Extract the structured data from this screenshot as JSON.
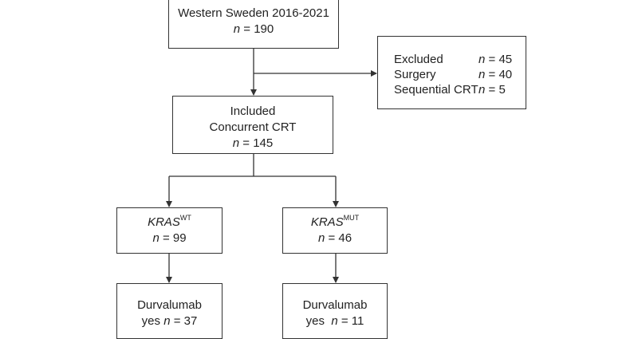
{
  "source": {
    "title": "Western Sweden 2016-2021",
    "n_symbol": "n",
    "n_text": " = 190"
  },
  "excluded": {
    "rows": [
      {
        "label": "Excluded",
        "n_symbol": "n",
        "n_text": " = 45"
      },
      {
        "label": "Surgery",
        "n_symbol": "n",
        "n_text": " = 40"
      },
      {
        "label": "Sequential CRT",
        "n_symbol": "n",
        "n_text": " = 5"
      }
    ]
  },
  "included": {
    "line1": "Included",
    "line2": "Concurrent CRT",
    "n_symbol": "n",
    "n_text": " = 145"
  },
  "kras_wt": {
    "gene": "KRAS",
    "superscript": "WT",
    "n_symbol": "n",
    "n_text": " = 99"
  },
  "kras_mut": {
    "gene": "KRAS",
    "superscript": "MUT",
    "n_symbol": "n",
    "n_text": " = 46"
  },
  "durvalumab_wt": {
    "label": "Durvalumab",
    "yes_prefix": "yes ",
    "n_symbol": "n",
    "n_text": " = 37"
  },
  "durvalumab_mut": {
    "label": "Durvalumab",
    "yes_prefix": "yes  ",
    "n_symbol": "n",
    "n_text": " = 11"
  },
  "colors": {
    "line": "#333333",
    "text": "#222222",
    "background": "#ffffff"
  }
}
